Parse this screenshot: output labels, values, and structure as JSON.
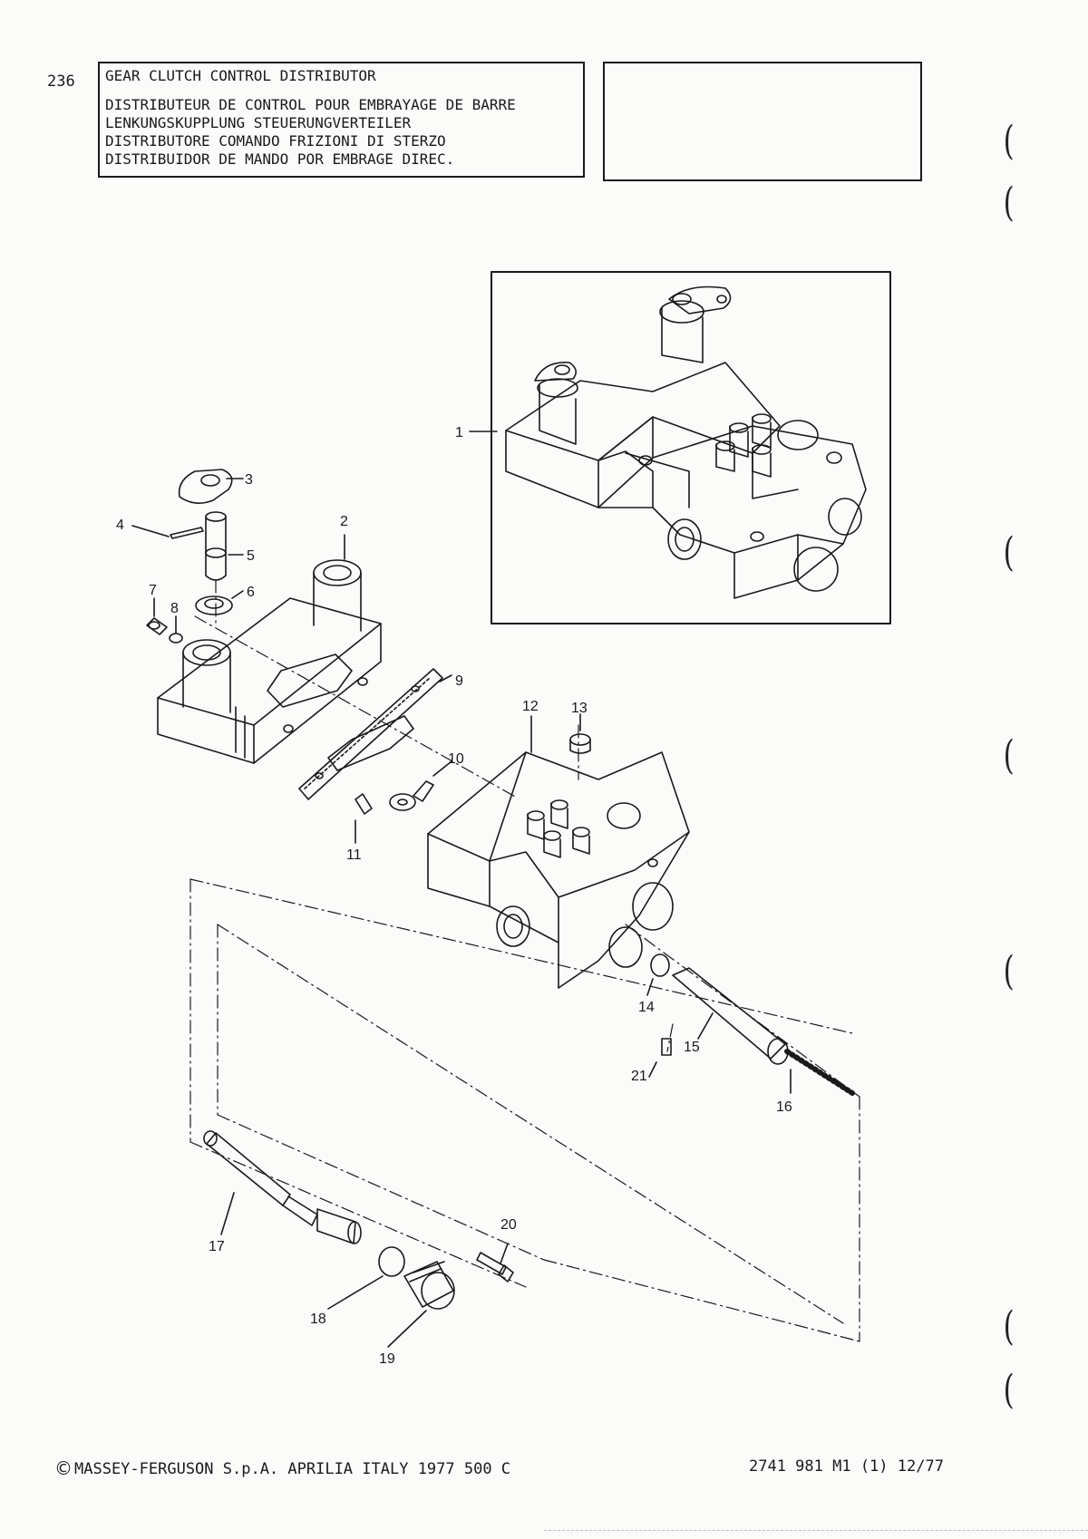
{
  "page": {
    "number": "236"
  },
  "titles": {
    "english": "GEAR CLUTCH CONTROL DISTRIBUTOR",
    "french": "DISTRIBUTEUR DE CONTROL POUR EMBRAYAGE DE BARRE",
    "german": "LENKUNGSKUPPLUNG STEUERUNGVERTEILER",
    "italian": "DISTRIBUTORE COMANDO FRIZIONI DI STERZO",
    "spanish": "DISTRIBUIDOR DE MANDO POR EMBRAGE DIREC."
  },
  "diagram": {
    "callouts": [
      "1",
      "2",
      "3",
      "4",
      "5",
      "6",
      "7",
      "8",
      "9",
      "10",
      "11",
      "12",
      "13",
      "14",
      "15",
      "16",
      "17",
      "18",
      "19",
      "20",
      "21"
    ]
  },
  "footer": {
    "copyright_symbol": "©",
    "publisher": "MASSEY-FERGUSON S.p.A. APRILIA ITALY 1977  500 C",
    "part_number": "2741 981 M1 (1) 12/77"
  },
  "margin_marks": [
    "(",
    "(",
    "(",
    "(",
    "(",
    "(",
    "("
  ]
}
